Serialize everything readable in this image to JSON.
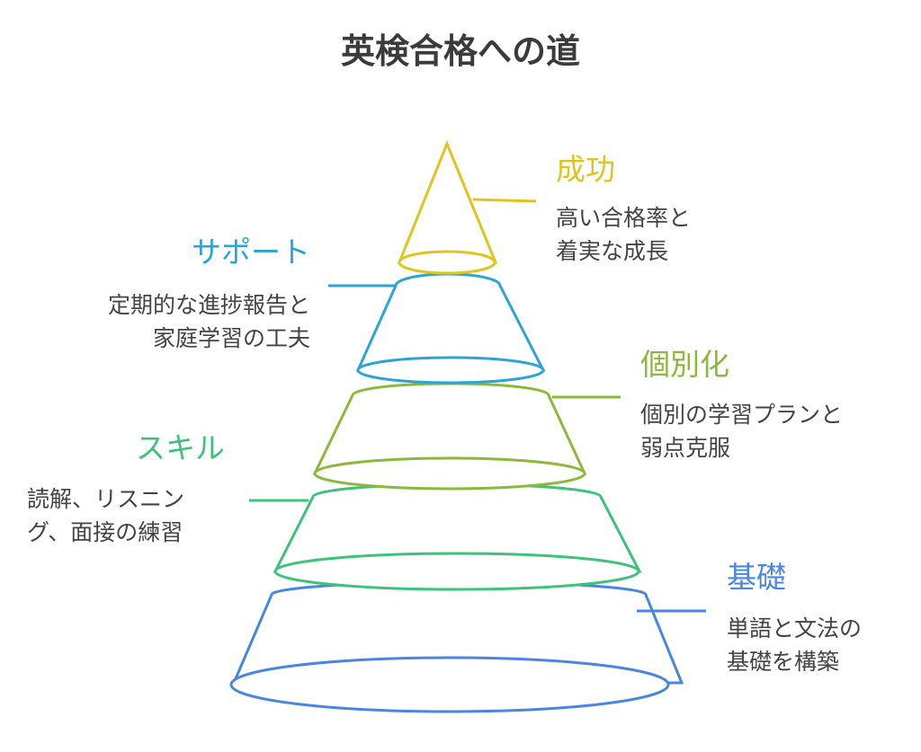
{
  "title": "英検合格への道",
  "levels": [
    {
      "heading": "成功",
      "lines": [
        "高い合格率と",
        "着実な成長"
      ],
      "color": "#DDC61F"
    },
    {
      "heading": "サポート",
      "lines": [
        "定期的な進捗報告と",
        "家庭学習の工夫"
      ],
      "color": "#2AA5D6"
    },
    {
      "heading": "個別化",
      "lines": [
        "個別の学習プランと",
        "弱点克服"
      ],
      "color": "#8DB93A"
    },
    {
      "heading": "スキル",
      "lines": [
        "読解、リスニン",
        "グ、面接の練習"
      ],
      "color": "#3DC27B"
    },
    {
      "heading": "基礎",
      "lines": [
        "単語と文法の",
        "基礎を構築"
      ],
      "color": "#4A86DF"
    }
  ]
}
